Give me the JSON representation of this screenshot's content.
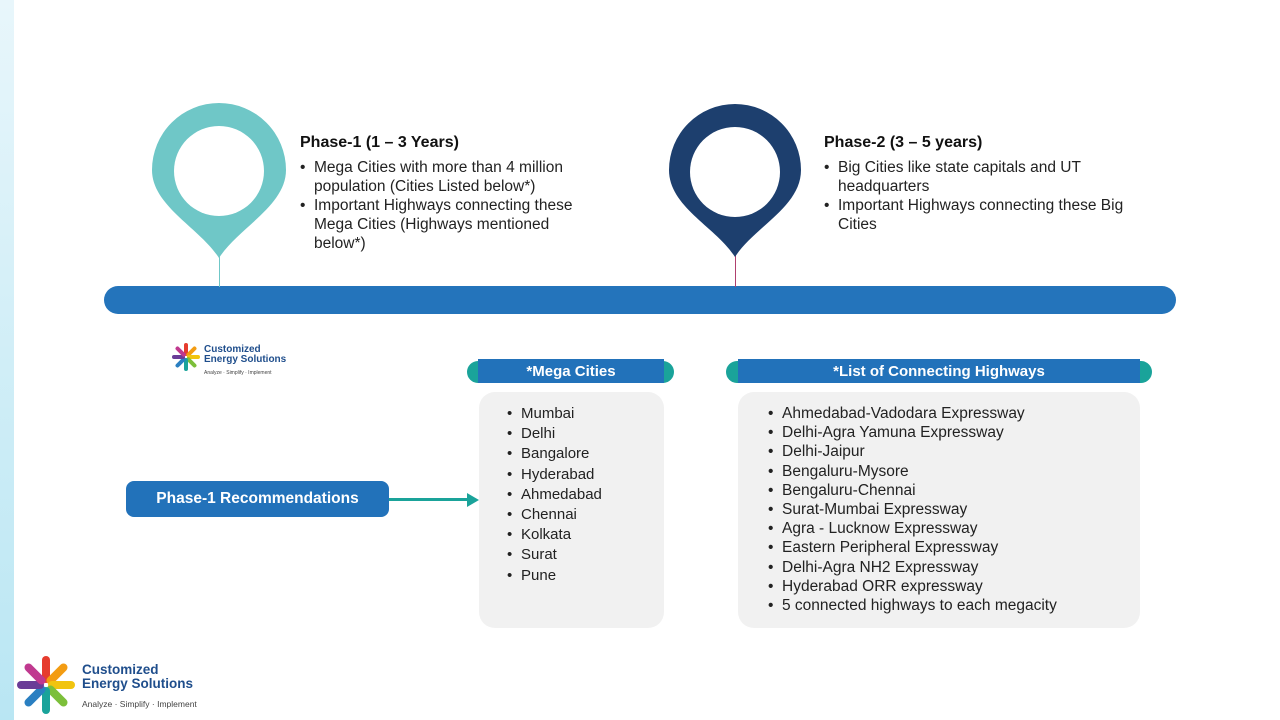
{
  "phase1": {
    "title": "Phase-1 (1 – 3 Years)",
    "bullets": [
      "Mega Cities with more than 4 million  population (Cities Listed below*)",
      "Important Highways connecting these  Mega Cities (Highways mentioned  below*)"
    ]
  },
  "phase2": {
    "title": "Phase-2 (3 – 5 years)",
    "bullets": [
      "Big Cities like state capitals and UT  headquarters",
      "Important Highways connecting these  Big Cities"
    ]
  },
  "recommendations_label": "Phase-1 Recommendations",
  "mega_cities": {
    "header": "*Mega Cities",
    "items": [
      "Mumbai",
      "Delhi",
      "Bangalore",
      "Hyderabad",
      "Ahmedabad",
      "Chennai",
      "Kolkata",
      "Surat",
      "Pune"
    ]
  },
  "highways": {
    "header": "*List of Connecting Highways",
    "items": [
      "Ahmedabad-Vadodara Expressway",
      "Delhi-Agra Yamuna Expressway",
      "Delhi-Jaipur",
      "Bengaluru-Mysore",
      "Bengaluru-Chennai",
      "Surat-Mumbai Expressway",
      "Agra - Lucknow Expressway",
      "Eastern Peripheral Expressway",
      "Delhi-Agra NH2 Expressway",
      "Hyderabad ORR expressway",
      "5 connected highways to each megacity"
    ]
  },
  "logo": {
    "line1": "Customized",
    "line2": "Energy Solutions",
    "tagline": "Analyze · Simplify · Implement"
  },
  "colors": {
    "timeline_blue": "#2474bb",
    "pin_teal": "#6fc7c7",
    "pin_navy": "#1d3f6e",
    "accent_teal": "#1aa39a",
    "header_blue": "#2272ba"
  }
}
